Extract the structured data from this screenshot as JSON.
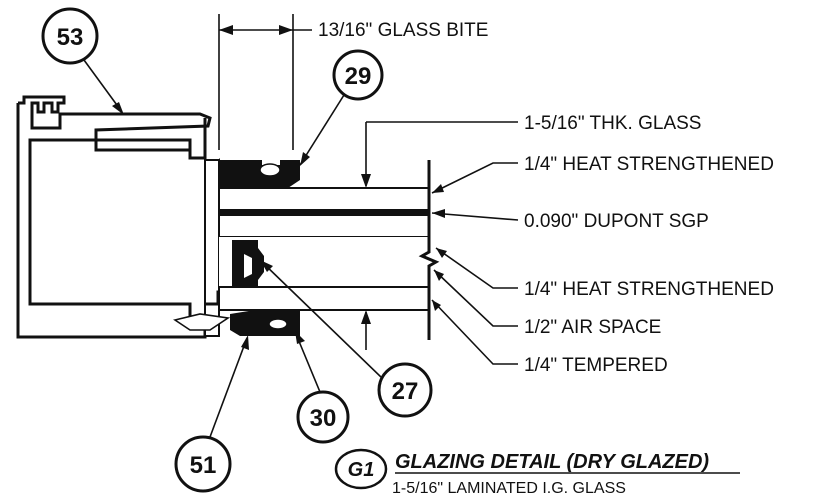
{
  "dimension": {
    "glass_bite": "13/16\" GLASS BITE"
  },
  "callouts": {
    "c53": "53",
    "c29": "29",
    "c27": "27",
    "c30": "30",
    "c51": "51"
  },
  "labels": {
    "glass_thickness": "1-5/16\" THK. GLASS",
    "heat_strengthened_top": "1/4\" HEAT STRENGTHENED",
    "interlayer": "0.090\" DUPONT SGP",
    "heat_strengthened_bottom": "1/4\" HEAT STRENGTHENED",
    "air_space": "1/2\" AIR SPACE",
    "tempered": "1/4\" TEMPERED"
  },
  "title_block": {
    "tag": "G1",
    "title": "GLAZING DETAIL (DRY GLAZED)",
    "subtitle": "1-5/16\" LAMINATED I.G. GLASS"
  }
}
